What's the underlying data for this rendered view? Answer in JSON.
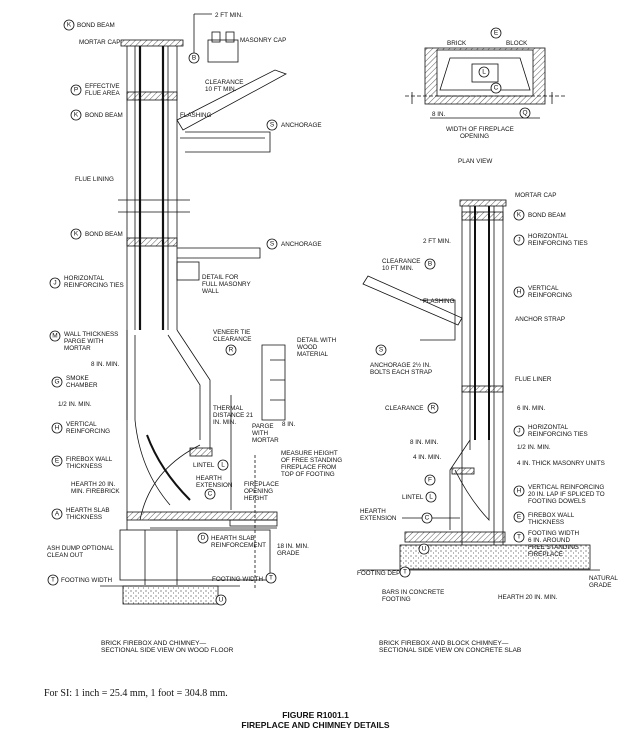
{
  "figure": {
    "number": "FIGURE R1001.1",
    "title": "FIREPLACE AND CHIMNEY DETAILS"
  },
  "si_note": "For SI:   1 inch = 25.4 mm, 1 foot = 304.8 mm.",
  "left": {
    "bond_beam_top": {
      "letter": "K",
      "text": "BOND BEAM"
    },
    "mortar_cap": "MORTAR CAP",
    "two_ft_min": "2 FT MIN.",
    "masonry_cap": "MASONRY CAP",
    "b_letter": "B",
    "effective_flue": {
      "letter": "P",
      "l1": "EFFECTIVE",
      "l2": "FLUE AREA"
    },
    "clearance": {
      "l1": "CLEARANCE",
      "l2": "10 FT MIN."
    },
    "bond_beam_2": {
      "letter": "K",
      "text": "BOND BEAM"
    },
    "flashing": "FLASHING",
    "anchorage": {
      "letter": "S",
      "text": "ANCHORAGE"
    },
    "flue_lining": "FLUE LINING",
    "bond_beam_3": {
      "letter": "K",
      "text": "BOND BEAM"
    },
    "anchorage_2": {
      "letter": "S",
      "text": "ANCHORAGE"
    },
    "horiz_ties": {
      "letter": "J",
      "l1": "HORIZONTAL",
      "l2": "REINFORCING TIES"
    },
    "detail_full": {
      "l1": "DETAIL FOR",
      "l2": "FULL MASONRY",
      "l3": "WALL"
    },
    "wall_thickness": {
      "letter": "M",
      "l1": "WALL THICKNESS",
      "l2": "PARGE WITH",
      "l3": "MORTAR"
    },
    "veneer_tie": {
      "l1": "VENEER TIE",
      "l2": "CLEARANCE"
    },
    "r_letter": "R",
    "detail_wood": {
      "l1": "DETAIL WITH",
      "l2": "WOOD",
      "l3": "MATERIAL"
    },
    "eight_in_min": "8 IN. MIN.",
    "smoke_chamber": {
      "letter": "G",
      "l1": "SMOKE",
      "l2": "CHAMBER"
    },
    "half_in_min": "1/2 IN. MIN.",
    "vertical_reinf": {
      "letter": "H",
      "l1": "VERTICAL",
      "l2": "REINFORCING"
    },
    "thermal": {
      "l1": "THERMAL",
      "l2": "DISTANCE 21",
      "l3": "IN. MIN."
    },
    "eight_in": "8 IN.",
    "parge_wood": {
      "l1": "PARGE",
      "l2": "WITH",
      "l3": "MORTAR"
    },
    "firebox_wall": {
      "letter": "E",
      "l1": "FIREBOX WALL",
      "l2": "THICKNESS"
    },
    "lintel": {
      "text": "LINTEL",
      "letter": "L"
    },
    "hearth_ext": {
      "l1": "HEARTH",
      "l2": "EXTENSION"
    },
    "measure": {
      "l1": "MEASURE HEIGHT",
      "l2": "OF FREE STANDING",
      "l3": "FIREPLACE FROM",
      "l4": "TOP OF FOOTING"
    },
    "hearth_20": {
      "l1": "HEARTH 20 IN.",
      "l2": "MIN. FIREBRICK"
    },
    "fp_opening": {
      "l1": "FIREPLACE",
      "l2": "OPENING",
      "l3": "HEIGHT"
    },
    "c_letter": "C",
    "slab_thk": {
      "letter": "A",
      "l1": "HEARTH SLAB",
      "l2": "THICKNESS"
    },
    "slab_reinf": {
      "letter": "D",
      "l1": "HEARTH SLAB",
      "l2": "REINFORCEMENT"
    },
    "ash_dump": {
      "l1": "ASH DUMP OPTIONAL",
      "l2": "CLEAN OUT"
    },
    "eighteen": {
      "l1": "18 IN. MIN.",
      "l2": "GRADE"
    },
    "footing_width": {
      "letter": "T",
      "text": "FOOTING WIDTH"
    },
    "footing_width_2": {
      "text": "FOOTING WIDTH",
      "letter": "T"
    },
    "u_letter": "U",
    "caption": {
      "l1": "BRICK FIREBOX AND CHIMNEY—",
      "l2": "SECTIONAL SIDE VIEW ON WOOD FLOOR"
    }
  },
  "plan": {
    "brick": "BRICK",
    "block": "BLOCK",
    "e_letter": "E",
    "l_letter": "L",
    "c_letter": "C",
    "q_letter": "Q",
    "eight_in": "8 IN.",
    "width": {
      "l1": "WIDTH OF FIREPLACE",
      "l2": "OPENING"
    },
    "title": "PLAN VIEW"
  },
  "right": {
    "mortar_cap": "MORTAR CAP",
    "bond_beam": {
      "letter": "K",
      "text": "BOND BEAM"
    },
    "two_ft_min": "2 FT MIN.",
    "b_letter": "B",
    "horiz_ties": {
      "letter": "J",
      "l1": "HORIZONTAL",
      "l2": "REINFORCING TIES"
    },
    "clearance": {
      "l1": "CLEARANCE",
      "l2": "10 FT MIN."
    },
    "vertical_reinf": {
      "letter": "H",
      "l1": "VERTICAL",
      "l2": "REINFORCING"
    },
    "flashing": "FLASHING",
    "anchor_strap": "ANCHOR STRAP",
    "anchorage": {
      "letter": "S",
      "l1": "ANCHORAGE 2½ IN.",
      "l2": "BOLTS EACH STRAP"
    },
    "flue_liner": "FLUE LINER",
    "clearance_r": {
      "text": "CLEARANCE",
      "letter": "R"
    },
    "six_in_min": "6 IN. MIN.",
    "horiz_ties_2": {
      "letter": "J",
      "l1": "HORIZONTAL",
      "l2": "REINFORCING TIES"
    },
    "eight_in_min": "8 IN. MIN.",
    "half_in_min": "1/2 IN. MIN.",
    "four_in_min": "4 IN. MIN.",
    "four_in_thick": "4 IN. THICK MASONRY UNITS",
    "f_letter": "F",
    "lintel": {
      "text": "LINTEL",
      "letter": "L"
    },
    "vertical_reinf_2": {
      "letter": "H",
      "l1": "VERTICAL REINFORCING",
      "l2": "20 IN. LAP IF SPLICED TO",
      "l3": "FOOTING DOWELS"
    },
    "hearth_ext": {
      "l1": "HEARTH",
      "l2": "EXTENSION"
    },
    "c_letter": "C",
    "firebox_wall": {
      "letter": "E",
      "l1": "FIREBOX WALL",
      "l2": "THICKNESS"
    },
    "footing_width": {
      "letter": "T",
      "l1": "FOOTING WIDTH",
      "l2": "6 IN. AROUND",
      "l3": "FREE STANDING",
      "l4": "FIREPLACE"
    },
    "footing_depth": {
      "text": "FOOTING DEPTH",
      "letter": "T"
    },
    "natural_grade": {
      "l1": "NATURAL",
      "l2": "GRADE"
    },
    "bars": {
      "l1": "BARS IN CONCRETE",
      "l2": "FOOTING"
    },
    "hearth_20": "HEARTH 20 IN. MIN.",
    "u_letter": "U",
    "caption": {
      "l1": "BRICK FIREBOX AND BLOCK CHIMNEY—",
      "l2": "SECTIONAL SIDE VIEW ON CONCRETE SLAB"
    }
  }
}
